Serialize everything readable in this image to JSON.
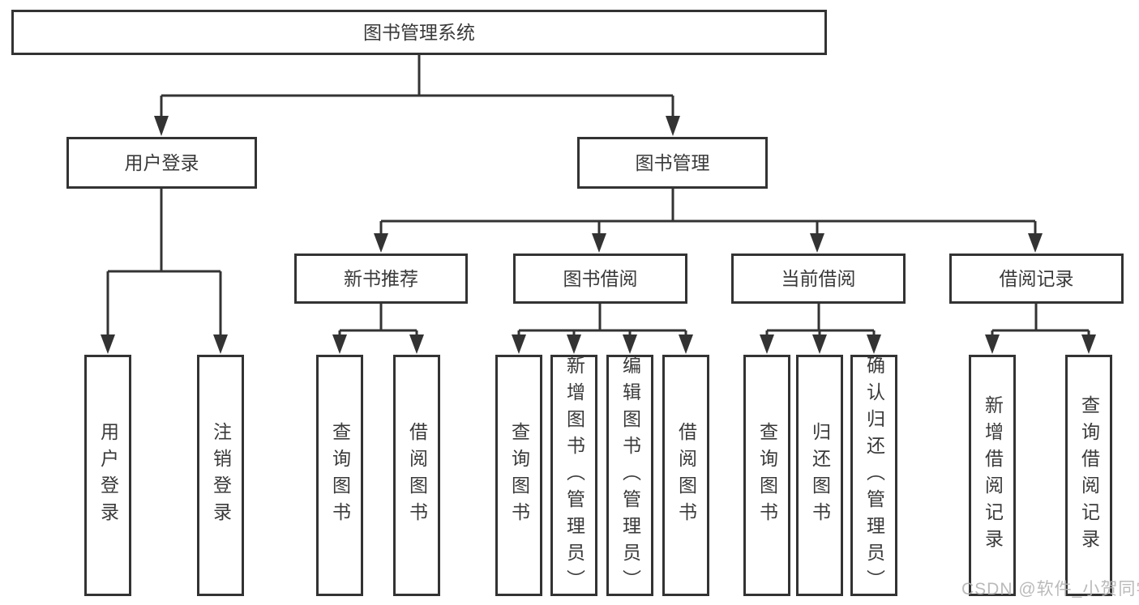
{
  "title": "图书管理系统",
  "watermark": "CSDN @软件_小贺同学",
  "colors": {
    "line": "#333333",
    "box_border": "#333333",
    "box_fill": "#ffffff",
    "text": "#3a3a3a",
    "watermark": "#b3b3b3",
    "background": "#ffffff"
  },
  "tree": {
    "root": {
      "label": "图书管理系统"
    },
    "children": [
      {
        "label": "用户登录",
        "children": [
          {
            "label": "用户登录"
          },
          {
            "label": "注销登录"
          }
        ]
      },
      {
        "label": "图书管理",
        "children": [
          {
            "label": "新书推荐",
            "children": [
              {
                "label": "查询图书"
              },
              {
                "label": "借阅图书"
              }
            ]
          },
          {
            "label": "图书借阅",
            "children": [
              {
                "label": "查询图书"
              },
              {
                "label": "新增图书（管理员）"
              },
              {
                "label": "编辑图书（管理员）"
              },
              {
                "label": "借阅图书"
              }
            ]
          },
          {
            "label": "当前借阅",
            "children": [
              {
                "label": "查询图书"
              },
              {
                "label": "归还图书"
              },
              {
                "label": "确认归还（管理员）"
              }
            ]
          },
          {
            "label": "借阅记录",
            "children": [
              {
                "label": "新增借阅记录"
              },
              {
                "label": "查询借阅记录"
              }
            ]
          }
        ]
      }
    ]
  }
}
